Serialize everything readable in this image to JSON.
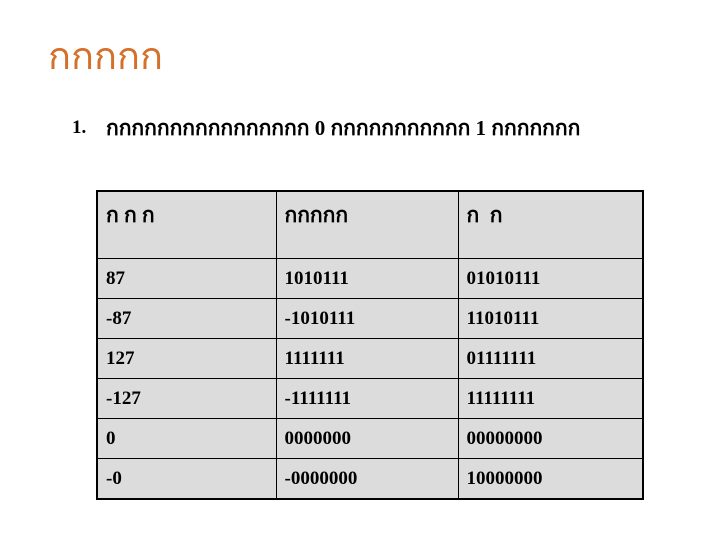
{
  "slide": {
    "title": "กกกกก",
    "title_color": "#D4702A",
    "background_color": "#FFFFFF"
  },
  "bullet": {
    "number": "1.",
    "line1": "กกกกกกกกกกกกกกกก 0 กกกกกกกกกกก 1 ก",
    "line2": "กกกกกก",
    "text": "กกกกกกกกกกกกกกกก 0 กกกกกกกกกกก 1 กกกกกกก"
  },
  "table": {
    "background_color": "#DCDCDC",
    "border_color": "#000000",
    "headers": [
      "ก ก ก",
      "กกกกก",
      "ก  ก"
    ],
    "rows": [
      {
        "col1": "87",
        "col2": "1010111",
        "col3": "01010111"
      },
      {
        "col1": "-87",
        "col2": "-1010111",
        "col3": "11010111"
      },
      {
        "col1": "127",
        "col2": "1111111",
        "col3": "01111111"
      },
      {
        "col1": "-127",
        "col2": "-1111111",
        "col3": "11111111"
      },
      {
        "col1": "0",
        "col2": "0000000",
        "col3": "00000000"
      },
      {
        "col1": "-0",
        "col2": "-0000000",
        "col3": "10000000"
      }
    ]
  }
}
